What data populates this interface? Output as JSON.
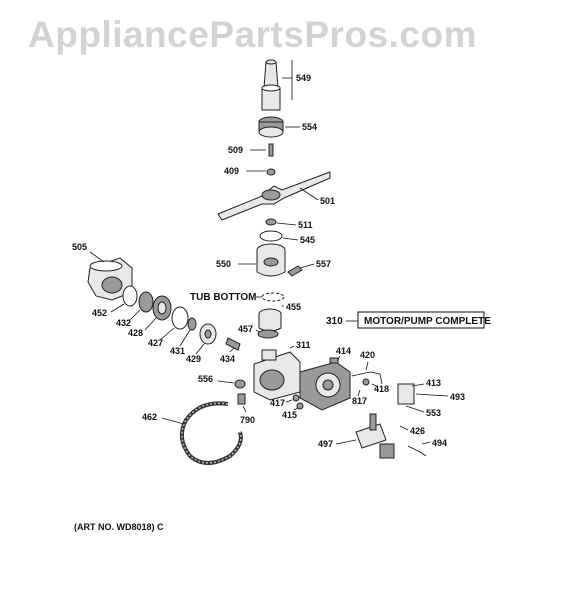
{
  "watermark": "AppliancePartsPros.com",
  "parts": {
    "p549": "549",
    "p554": "554",
    "p509": "509",
    "p409": "409",
    "p501": "501",
    "p511": "511",
    "p545": "545",
    "p550": "550",
    "p557": "557",
    "p505": "505",
    "p452": "452",
    "p432": "432",
    "p428": "428",
    "p427": "427",
    "p431": "431",
    "p429": "429",
    "p434": "434",
    "p455": "455",
    "p457": "457",
    "p311": "311",
    "p310": "310",
    "p414": "414",
    "p420": "420",
    "p413": "413",
    "p418": "418",
    "p493": "493",
    "p817": "817",
    "p553": "553",
    "p556": "556",
    "p417": "417",
    "p415": "415",
    "p790": "790",
    "p462": "462",
    "p426": "426",
    "p497": "497",
    "p494": "494"
  },
  "labels": {
    "tub_bottom": "TUB BOTTOM",
    "motor_pump": "MOTOR/PUMP COMPLETE"
  },
  "art_no": "(ART NO. WD8018) C"
}
